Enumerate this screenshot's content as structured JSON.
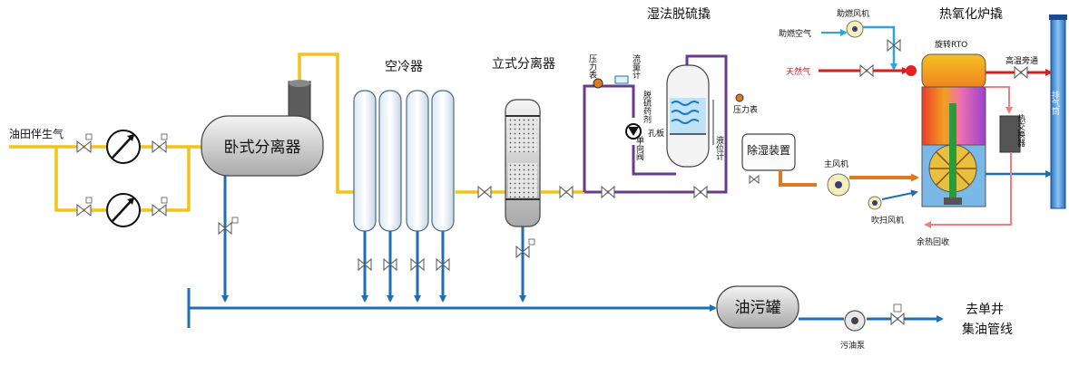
{
  "labels": {
    "gas_source": "油田伴生气",
    "horizontal_separator": "卧式分离器",
    "air_cooler": "空冷器",
    "vertical_separator": "立式分离器",
    "wet_desulfurization": "湿法脱硫撬",
    "pressure_gauge": "压力表",
    "flow_meter": "流量计",
    "check_valve": "单向阀",
    "desulfurizer": "脱硫药剂",
    "orifice_plate": "孔板",
    "level_gauge": "液位计",
    "pressure_gauge_right": "压力表",
    "dehumidifier": "除湿装置",
    "thermal_oxidizer": "热氧化炉撬",
    "assist_fan": "助燃风机",
    "assist_air": "助燃空气",
    "rotary_rto": "旋转RTO",
    "natural_gas": "天然气",
    "high_temp_bypass": "高温旁通",
    "heat_exchanger": "热交换器",
    "main_fan": "主风机",
    "purge_fan": "吹扫风机",
    "waste_heat": "余热回收",
    "oil_tank": "油污罐",
    "oil_pump": "污油泵",
    "to_pipeline_1": "去单井",
    "to_pipeline_2": "集油管线",
    "chimney": "排气筒"
  },
  "colors": {
    "gas_line": "#f2c318",
    "liquid_line": "#1f6fb0",
    "purple_line": "#6a3a8c",
    "air_line": "#2aa6d8",
    "natural_gas_line": "#d42020",
    "main_fan_line": "#e07820",
    "waste_heat_line": "#f08080"
  }
}
